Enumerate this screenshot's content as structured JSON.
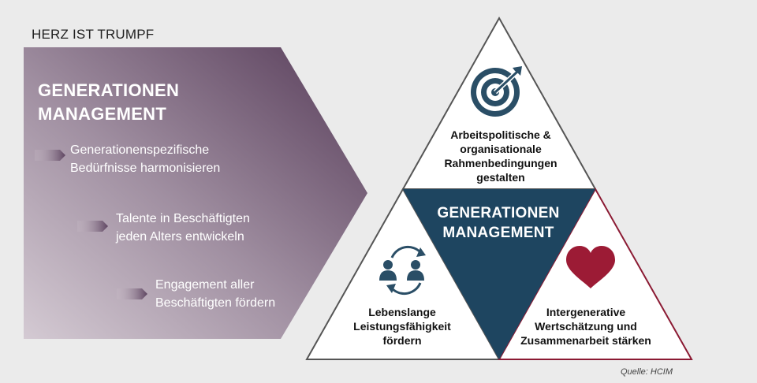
{
  "header": {
    "title": "HERZ IST TRUMPF"
  },
  "panel": {
    "title": "GENERATIONEN\nMANAGEMENT",
    "bullets": [
      "Generationenspezifische\nBedürfnisse harmonisieren",
      "Talente in Beschäftigten\njeden Alters entwickeln",
      "Engagement aller\nBeschäftigten fördern"
    ]
  },
  "pyramid": {
    "center": "GENERATIONEN\nMANAGEMENT",
    "top": {
      "label": "Arbeitspolitische &\norganisationale\nRahmenbedingungen\ngestalten",
      "icon": "target-icon"
    },
    "left": {
      "label": "Lebenslange\nLeistungsfähigkeit\nfördern",
      "icon": "people-exchange-icon"
    },
    "right": {
      "label": "Intergenerative\nWertschätzung und\nZusammenarbeit stärken",
      "icon": "heart-icon"
    }
  },
  "source": "Quelle: HCIM",
  "colors": {
    "panel_gradient_start": "#c9bdc7",
    "panel_gradient_end": "#5d4460",
    "center_triangle": "#1e4560",
    "heart": "#9c1b35",
    "right_outline": "#8b1a33",
    "outline": "#555555"
  }
}
